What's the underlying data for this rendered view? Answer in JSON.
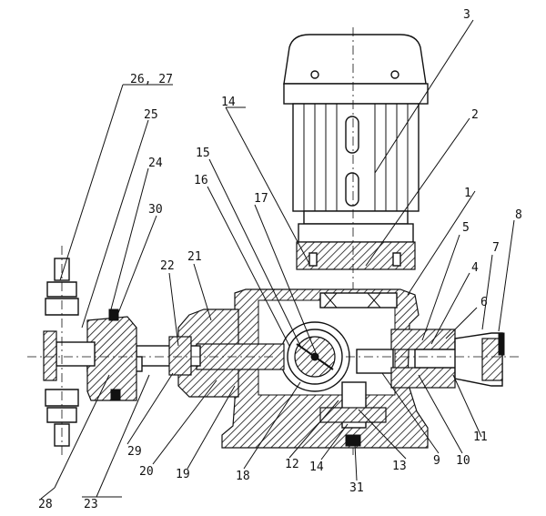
{
  "labels": {
    "l1": "1",
    "l2": "2",
    "l3": "3",
    "l4": "4",
    "l5": "5",
    "l6": "6",
    "l7": "7",
    "l8": "8",
    "l9": "9",
    "l10": "10",
    "l11": "11",
    "l12": "12",
    "l13": "13",
    "l14a": "14",
    "l14b": "14",
    "l15": "15",
    "l16": "16",
    "l17": "17",
    "l18": "18",
    "l19": "19",
    "l20": "20",
    "l21": "21",
    "l22": "22",
    "l23": "23",
    "l24": "24",
    "l25": "25",
    "l26_27": "26, 27",
    "l28": "28",
    "l29": "29",
    "l30": "30",
    "l31": "31"
  }
}
